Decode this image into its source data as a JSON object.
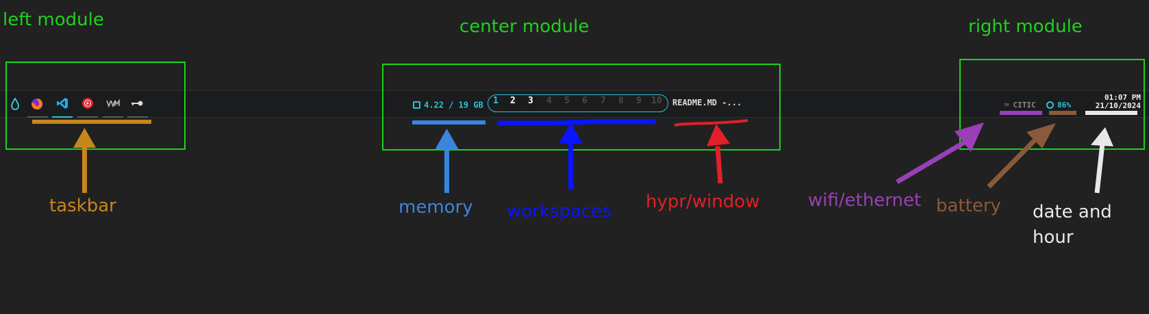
{
  "modules": {
    "left": "left module",
    "center": "center module",
    "right": "right module"
  },
  "bar": {
    "memory": "4.22 / 19 GB",
    "workspaces": [
      "1",
      "2",
      "3",
      "4",
      "5",
      "6",
      "7",
      "8",
      "9",
      "10"
    ],
    "window_title": "README.MD -...",
    "network": "CITIC",
    "battery": "86%",
    "time": "01:07 PM",
    "date": "21/10/2024",
    "taskbar_icons": [
      "droplet-icon",
      "firefox-icon",
      "vscode-icon",
      "youtube-music-icon",
      "vm-icon",
      "key-icon"
    ]
  },
  "annotations": {
    "taskbar": "taskbar",
    "memory": "memory",
    "workspaces": "workspaces",
    "window": "hypr/window",
    "wifi": "wifi/ethernet",
    "battery": "battery",
    "datetime_line1": "date and",
    "datetime_line2": "hour"
  },
  "colors": {
    "module_label": "#1fd11f",
    "taskbar": "#c8861e",
    "memory": "#3a86dc",
    "workspaces": "#0a14ff",
    "window": "#e0202a",
    "wifi": "#9a3fb8",
    "battery": "#8b5a3a",
    "datetime": "#e8e8e8",
    "accent": "#2ec4d6"
  }
}
